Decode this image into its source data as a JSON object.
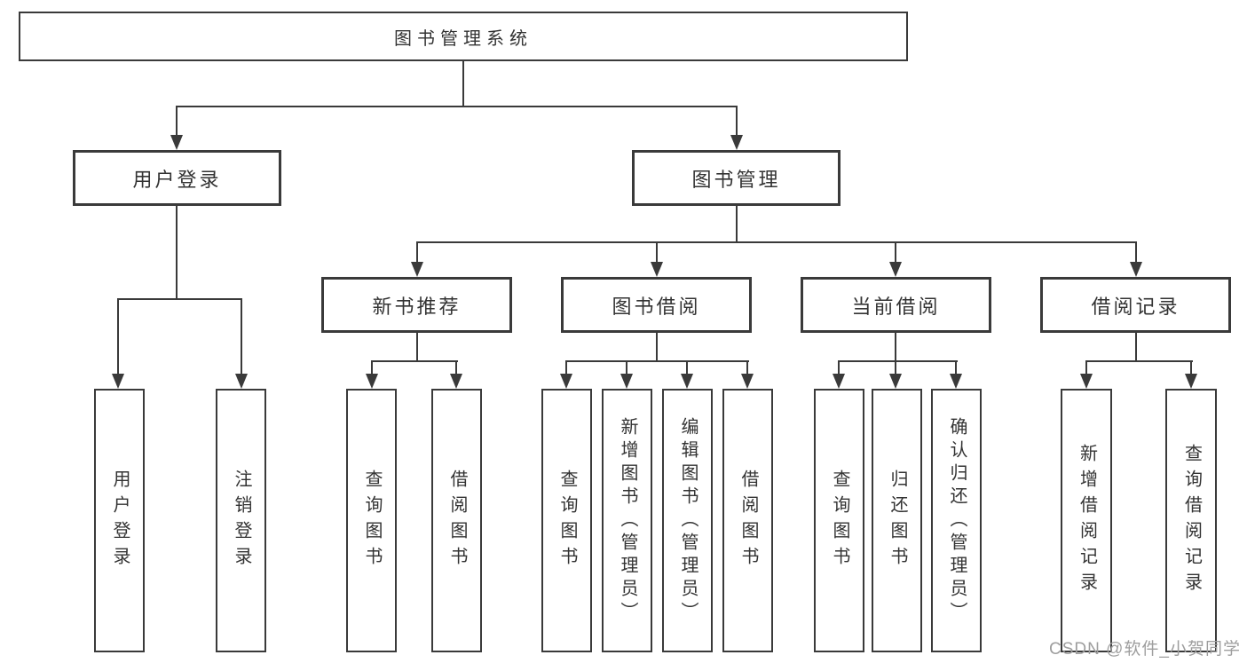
{
  "diagram": {
    "root": {
      "label": "图书管理系统"
    },
    "branches": [
      {
        "label": "用户登录",
        "children": [
          {
            "label": "用户登录"
          },
          {
            "label": "注销登录"
          }
        ]
      },
      {
        "label": "图书管理",
        "children": [
          {
            "label": "新书推荐",
            "children": [
              {
                "label": "查询图书"
              },
              {
                "label": "借阅图书"
              }
            ]
          },
          {
            "label": "图书借阅",
            "children": [
              {
                "label": "查询图书"
              },
              {
                "label": "新增图书（管理员）"
              },
              {
                "label": "编辑图书（管理员）"
              },
              {
                "label": "借阅图书"
              }
            ]
          },
          {
            "label": "当前借阅",
            "children": [
              {
                "label": "查询图书"
              },
              {
                "label": "归还图书"
              },
              {
                "label": "确认归还（管理员）"
              }
            ]
          },
          {
            "label": "借阅记录",
            "children": [
              {
                "label": "新增借阅记录"
              },
              {
                "label": "查询借阅记录"
              }
            ]
          }
        ]
      }
    ]
  },
  "watermark": {
    "text": "CSDN @软件_小贺同学"
  },
  "colors": {
    "line": "#3a3a3a",
    "text": "#333333",
    "watermark": "#9e9e9e",
    "background": "#ffffff"
  }
}
